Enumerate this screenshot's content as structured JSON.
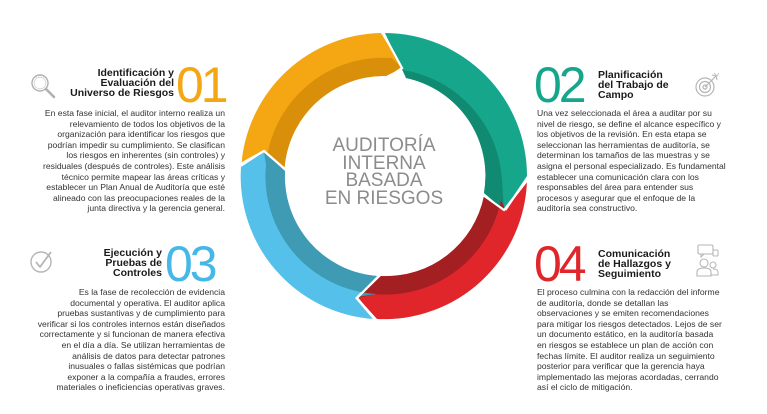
{
  "center": {
    "lines": [
      "AUDITORÍA",
      "INTERNA",
      "BASADA",
      "EN RIESGOS"
    ]
  },
  "colors": {
    "step1": "#f4a613",
    "step1_dark": "#da8f0a",
    "step2": "#16a68c",
    "step2_dark": "#118a72",
    "step3": "#55c1ea",
    "step3_dark": "#3f9ab4",
    "step4": "#e0262a",
    "step4_dark": "#a41f22",
    "center_text": "#8c8c8c"
  },
  "steps": [
    {
      "number": "01",
      "icon": "magnifier-icon",
      "title": [
        "Identificación y",
        "Evaluación del",
        "Universo de Riesgos"
      ],
      "body": [
        "En esta fase inicial, el auditor interno realiza un",
        "relevamiento de todos los objetivos de la",
        "organización para identificar los riesgos que",
        "podrían impedir su cumplimiento. Se clasifican",
        "los riesgos en inherentes (sin controles) y",
        "residuales (después de controles). Este análisis",
        "técnico permite mapear las áreas críticas y",
        "establecer un Plan Anual de Auditoría que esté",
        "alineado con las preocupaciones reales de la",
        "junta directiva y la gerencia general."
      ]
    },
    {
      "number": "02",
      "icon": "target-icon",
      "title": [
        "Planificación",
        "del Trabajo de",
        "Campo"
      ],
      "body": [
        "Una vez seleccionada el área a auditar por su",
        "nivel de riesgo, se define el alcance específico y",
        "los objetivos de la revisión. En esta etapa se",
        "seleccionan las herramientas de auditoría, se",
        "determinan los tamaños de las muestras y se",
        "asigna el personal especializado. Es fundamental",
        "establecer una comunicación clara con los",
        "responsables del área para entender sus",
        "procesos y asegurar que el enfoque de la",
        "auditoría sea constructivo."
      ]
    },
    {
      "number": "03",
      "icon": "checkmark-circle-icon",
      "title": [
        "Ejecución y",
        "Pruebas de",
        "Controles"
      ],
      "body": [
        "Es la fase de recolección de evidencia",
        "documental y operativa. El auditor aplica",
        "pruebas sustantivas y de cumplimiento para",
        "verificar si los controles internos están diseñados",
        "correctamente y si funcionan de manera efectiva",
        "en el día a día. Se utilizan herramientas de",
        "análisis de datos para detectar patrones",
        "inusuales o fallas sistémicas que podrían",
        "exponer a la compañía a fraudes, errores",
        "materiales o ineficiencias operativas graves."
      ]
    },
    {
      "number": "04",
      "icon": "people-chat-icon",
      "title": [
        "Comunicación",
        "de Hallazgos y",
        "Seguimiento"
      ],
      "body": [
        "El proceso culmina con la redacción del informe",
        "de auditoría, donde se detallan las",
        "observaciones y se emiten recomendaciones",
        "para mitigar los riesgos detectados. Lejos de ser",
        "un documento estático, en la auditoría basada",
        "en riesgos se establece un plan de acción con",
        "fechas límite. El auditor realiza un seguimiento",
        "posterior para verificar que la gerencia haya",
        "implementado las mejoras acordadas, cerrando",
        "así el ciclo de mitigación."
      ]
    }
  ]
}
